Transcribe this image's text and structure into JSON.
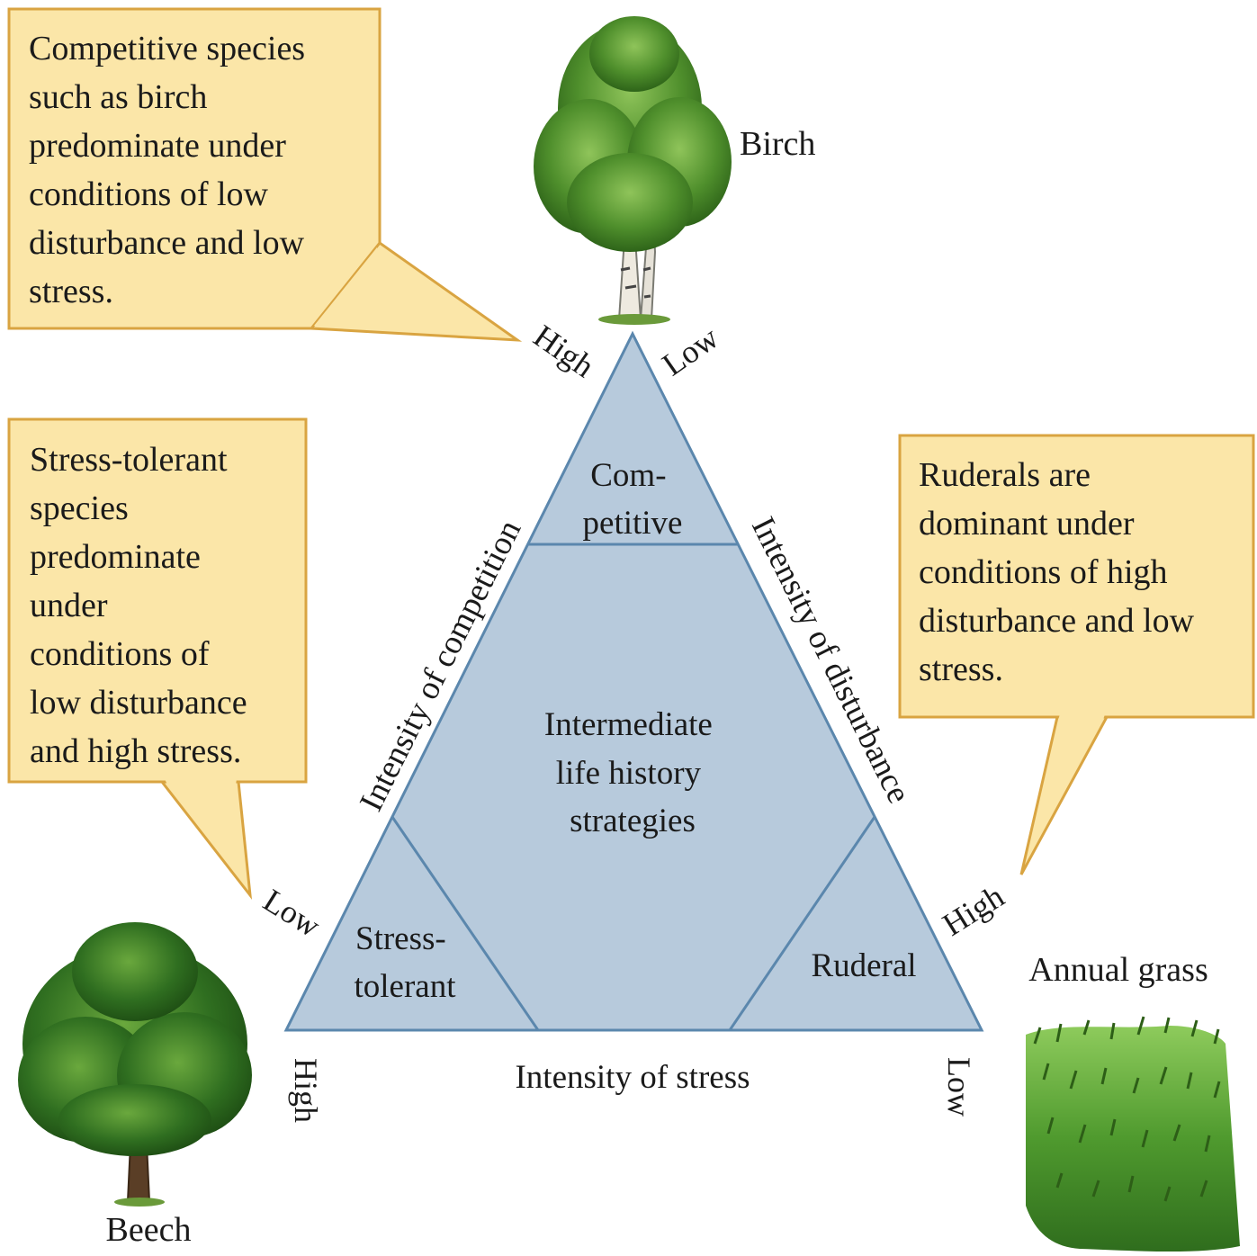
{
  "callouts": {
    "competitive": [
      "Competitive species",
      "such as birch",
      "predominate under",
      "conditions of low",
      "disturbance and low",
      "stress."
    ],
    "stress_tolerant": [
      "Stress-tolerant",
      "species",
      "predominate",
      "under",
      "conditions of",
      "low disturbance",
      "and high stress."
    ],
    "ruderal": [
      "Ruderals are",
      "dominant under",
      "conditions of high",
      "disturbance and low",
      "stress."
    ]
  },
  "regions": {
    "competitive": [
      "Com-",
      "petitive"
    ],
    "intermediate": [
      "Intermediate",
      "life history",
      "strategies"
    ],
    "stress_tolerant": [
      "Stress-",
      "tolerant"
    ],
    "ruderal": "Ruderal"
  },
  "axes": {
    "competition": "Intensity of competition",
    "disturbance": "Intensity of disturbance",
    "stress": "Intensity of stress"
  },
  "ticks": {
    "competition_top": "High",
    "competition_bottom": "Low",
    "disturbance_top": "Low",
    "disturbance_bottom": "High",
    "stress_left": "High",
    "stress_right": "Low"
  },
  "organisms": {
    "birch": "Birch",
    "beech": "Beech",
    "grass": "Annual grass"
  },
  "colors": {
    "callout_fill": "#fbe6a8",
    "callout_stroke": "#d9a441",
    "triangle_fill": "#b7cadc",
    "triangle_stroke": "#5b87ad"
  },
  "icons": [
    "birch-tree-icon",
    "beech-tree-icon",
    "annual-grass-icon"
  ]
}
